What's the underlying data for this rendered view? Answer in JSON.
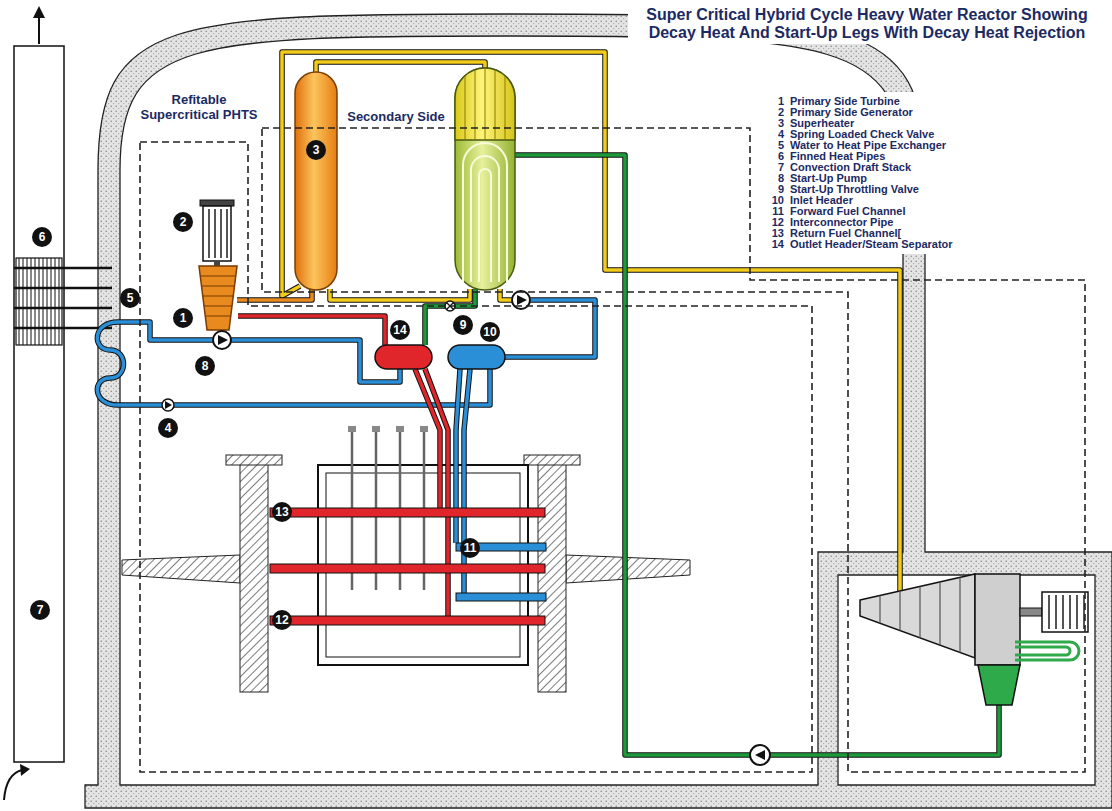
{
  "diagram": {
    "title": "Super Critical Hybrid Cycle Heavy Water Reactor Showing Decay Heat And Start-Up Legs With Decay Heat Rejection",
    "nodes": [
      {
        "text": [
          "Refitable Supercritical PHTS"
        ]
      },
      {
        "text": [
          "Secondary Side"
        ]
      }
    ],
    "labels": [
      "1",
      "Primary Side Turbine",
      "2",
      "Primary Side Generator",
      "3",
      "Superheater",
      "4",
      "Spring Loaded Check Valve",
      "5",
      "Water to Heat Pipe Exchanger",
      "6",
      "Finned Heat Pipes",
      "7",
      "Convection Draft Stack",
      "8",
      "Start-Up Pump",
      "9",
      "Start-Up Throttling Valve",
      "10",
      "Inlet Header",
      "11",
      "Forward Fuel Channel",
      "12",
      "Interconnector Pipe",
      "13",
      "Return Fuel Channel[",
      "14",
      "Outlet Header/Steam Separator",
      "3",
      "2",
      "6",
      "5",
      "1",
      "9",
      "14",
      "10",
      "8",
      "4",
      "13",
      "11",
      "7",
      "12"
    ]
  }
}
